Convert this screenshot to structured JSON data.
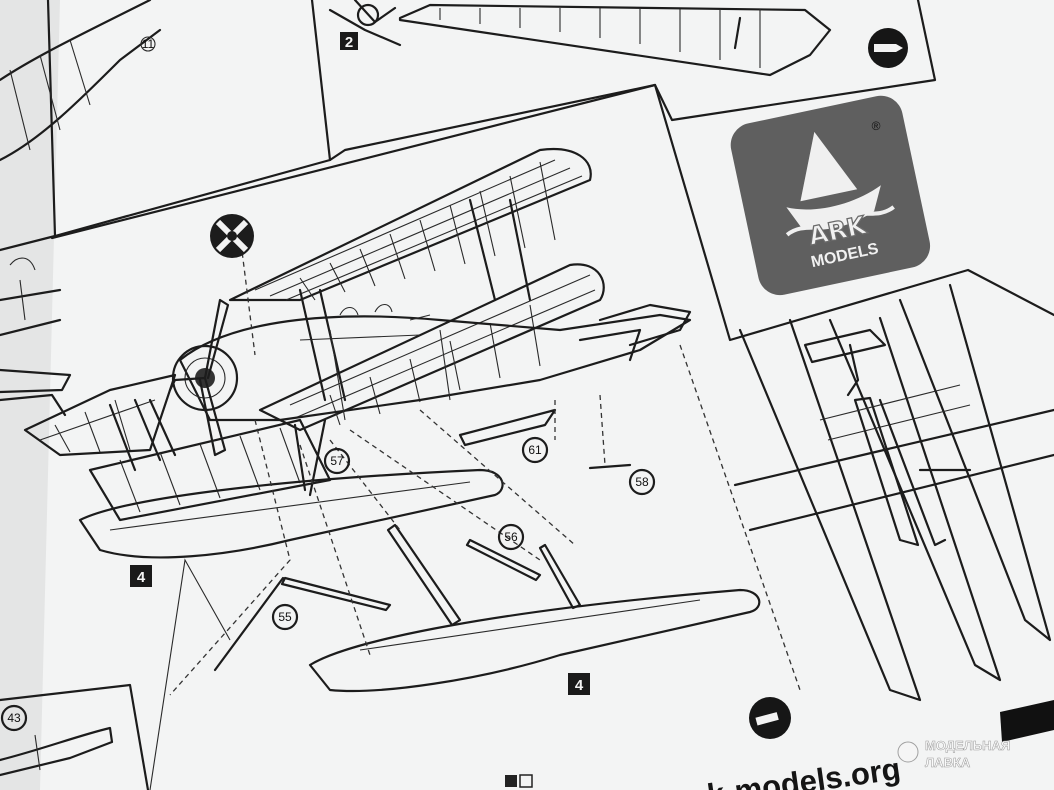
{
  "brand": {
    "name_line1": "ARK",
    "name_line2": "MODELS",
    "registered_mark": "®",
    "website": "k-models.org"
  },
  "watermark": {
    "line1": "МОДЕЛЬНАЯ",
    "line2": "ЛАВКА"
  },
  "step_labels": [
    "2",
    "4",
    "4"
  ],
  "part_numbers": [
    "11",
    "57",
    "61",
    "58",
    "56",
    "55",
    "43"
  ],
  "icons": [
    "glue-icon",
    "roundel-icon",
    "sailboat-logo-icon"
  ],
  "colors": {
    "paper": "#f3f4f4",
    "ink": "#1c1c1c",
    "logo_bg": "#5f5f5f",
    "background": "#e9eaea"
  }
}
